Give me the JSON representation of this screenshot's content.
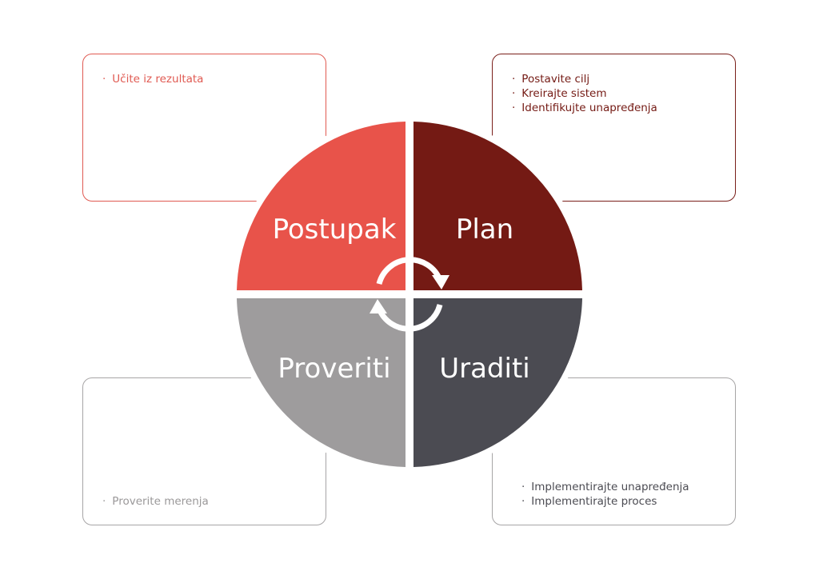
{
  "quadrants": {
    "act": {
      "label": "Postupak",
      "color": "#e8534a",
      "items": [
        "Učite iz rezultata"
      ]
    },
    "plan": {
      "label": "Plan",
      "color": "#741a14",
      "items": [
        "Postavite cilj",
        "Kreirajte sistem",
        "Identifikujte unapređenja"
      ]
    },
    "check": {
      "label": "Proveriti",
      "color": "#9e9c9d",
      "items": [
        "Proverite merenja"
      ]
    },
    "do": {
      "label": "Uraditi",
      "color": "#4b4b52",
      "items": [
        "Implementirajte unapređenja",
        "Implementirajte proces"
      ]
    }
  }
}
